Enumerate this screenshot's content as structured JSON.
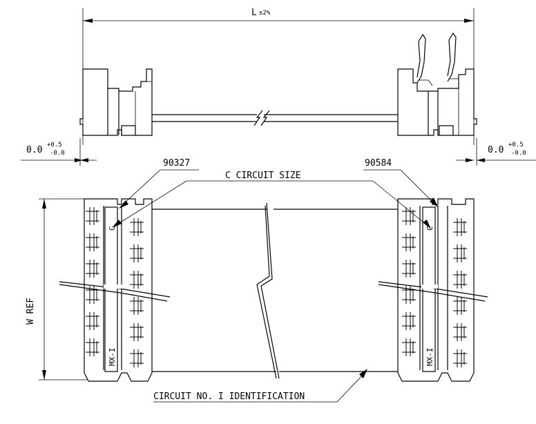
{
  "dimensions": {
    "length_label": "L",
    "length_tolerance": "±2%",
    "offset_left_value": "0.0",
    "offset_left_tol_plus": "+0.5",
    "offset_left_tol_minus": "-0.0",
    "offset_right_value": "0.0",
    "offset_right_tol_plus": "+0.5",
    "offset_right_tol_minus": "-0.0",
    "width_label": "W REF"
  },
  "callouts": {
    "left_part_number": "90327",
    "right_part_number": "90584",
    "circuit_size": "C CIRCUIT SIZE",
    "circuit_identification": "CIRCUIT NO. I IDENTIFICATION"
  },
  "connector_marks": {
    "left_circuit_letter": "C",
    "left_marking": "MX-I",
    "right_circuit_letter": "C",
    "right_marking": "MX-I"
  }
}
